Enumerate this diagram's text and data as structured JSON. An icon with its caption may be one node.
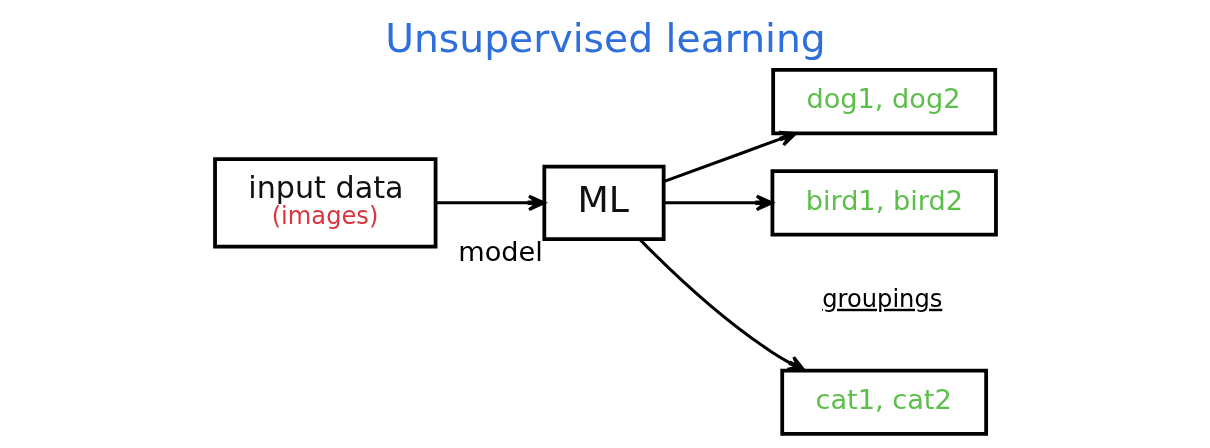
{
  "diagram": {
    "title": "Unsupervised learning",
    "nodes": [
      {
        "text": [
          "input data",
          "(images)"
        ]
      },
      {
        "text": [
          "ML"
        ],
        "beside": [
          "model"
        ]
      },
      {
        "text": [
          "cat1, cat2"
        ]
      },
      {
        "text": [
          "dog1, dog2"
        ]
      },
      {
        "text": [
          "bird1, bird2"
        ]
      }
    ],
    "edges": [
      {
        "from": 0,
        "to": 1,
        "arrow": "to"
      },
      {
        "from": 1,
        "to": 2,
        "arrow": "to"
      },
      {
        "from": 1,
        "to": 3,
        "arrow": "to"
      },
      {
        "from": 1,
        "to": 4,
        "arrow": "to"
      }
    ],
    "labels": [
      "groupings"
    ]
  }
}
